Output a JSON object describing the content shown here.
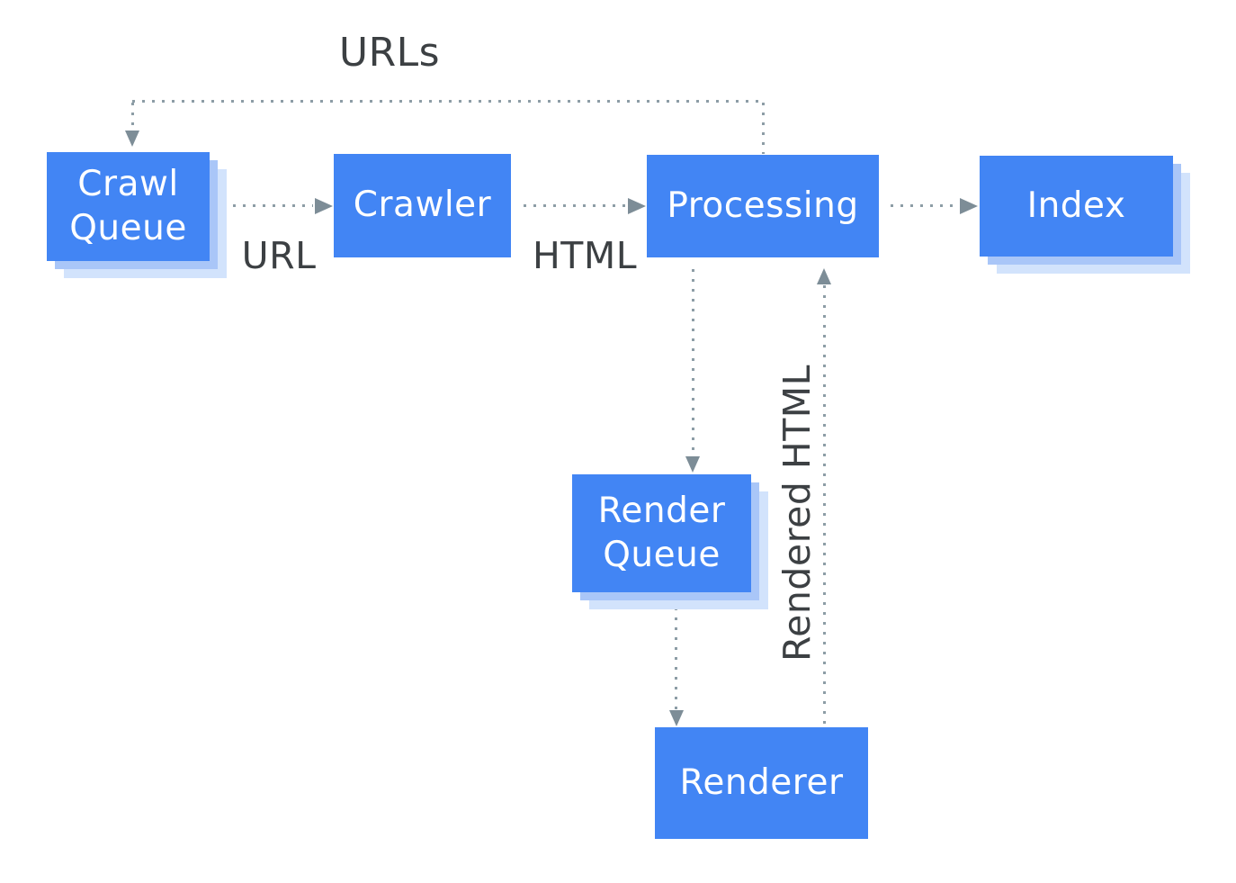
{
  "diagram": {
    "type": "flow-diagram",
    "description": "Googlebot crawl, render and index pipeline",
    "boxes": {
      "crawl_queue": {
        "label": "Crawl Queue",
        "shadowed": true
      },
      "crawler": {
        "label": "Crawler",
        "shadowed": false
      },
      "processing": {
        "label": "Processing",
        "shadowed": false
      },
      "index": {
        "label": "Index",
        "shadowed": true
      },
      "render_queue": {
        "label": "Render Queue",
        "shadowed": true
      },
      "renderer": {
        "label": "Renderer",
        "shadowed": false
      }
    },
    "edge_labels": {
      "urls": "URLs",
      "url": "URL",
      "html": "HTML",
      "rendered_html": "Rendered HTML"
    },
    "edges": [
      {
        "from": "processing",
        "to": "crawl_queue",
        "label": "URLs",
        "style": "dotted"
      },
      {
        "from": "crawl_queue",
        "to": "crawler",
        "label": "URL",
        "style": "dotted"
      },
      {
        "from": "crawler",
        "to": "processing",
        "label": "HTML",
        "style": "dotted"
      },
      {
        "from": "processing",
        "to": "index",
        "label": "",
        "style": "dotted"
      },
      {
        "from": "processing",
        "to": "render_queue",
        "label": "",
        "style": "dotted"
      },
      {
        "from": "render_queue",
        "to": "renderer",
        "label": "",
        "style": "dotted"
      },
      {
        "from": "renderer",
        "to": "processing",
        "label": "Rendered HTML",
        "style": "dotted"
      }
    ],
    "colors": {
      "background": "#FFFFFF",
      "box_fill": "#4285F4",
      "box_text": "#FFFFFF",
      "shadow_inner": "#A9C6F8",
      "shadow_outer": "#D2E3FC",
      "dotted_line": "#8D9DA6",
      "arrowhead": "#7D8D97",
      "label_text": "#3C4043"
    }
  }
}
